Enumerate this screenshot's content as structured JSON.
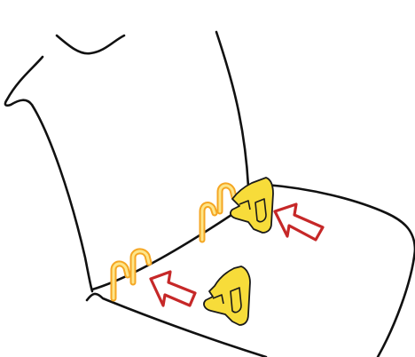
{
  "colors": {
    "outline": "#111111",
    "wire_outer": "#f5a623",
    "wire_inner": "#fde68a",
    "clip_fill": "#f7dc3a",
    "clip_stroke": "#1a1a1a",
    "arrow_stroke": "#c62828",
    "background": "#ffffff"
  },
  "parts": {
    "seat_cushion": "seat-cushion-outline",
    "seat_back": "seat-back-outline",
    "wires": [
      "wire-hook-front",
      "wire-hook-rear"
    ],
    "clips": [
      "clip-installed",
      "clip-loose"
    ],
    "arrows": [
      "arrow-installed-clip",
      "arrow-loose-clip"
    ]
  }
}
